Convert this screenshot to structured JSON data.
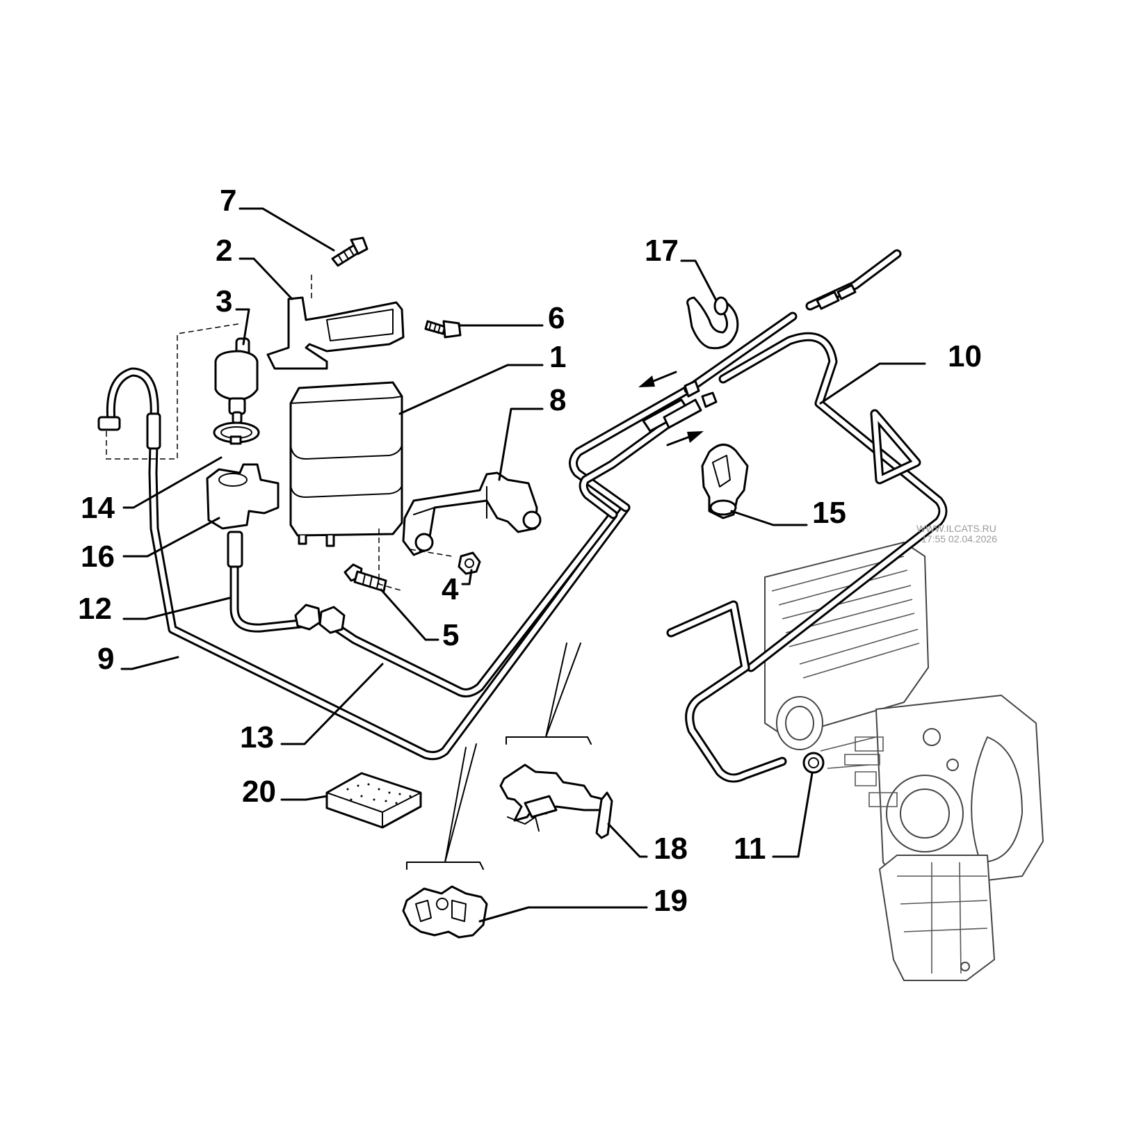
{
  "callouts": {
    "c1": "1",
    "c2": "2",
    "c3": "3",
    "c4": "4",
    "c5": "5",
    "c6": "6",
    "c7": "7",
    "c8": "8",
    "c9": "9",
    "c10": "10",
    "c11": "11",
    "c12": "12",
    "c13": "13",
    "c14": "14",
    "c15": "15",
    "c16": "16",
    "c17": "17",
    "c18": "18",
    "c19": "19",
    "c20": "20"
  },
  "watermark": {
    "site": "WWW.ILCATS.RU",
    "timestamp": "17:55 02.04.2026"
  },
  "colors": {
    "ink": "#000000",
    "watermark": "#999999",
    "background": "#ffffff"
  }
}
